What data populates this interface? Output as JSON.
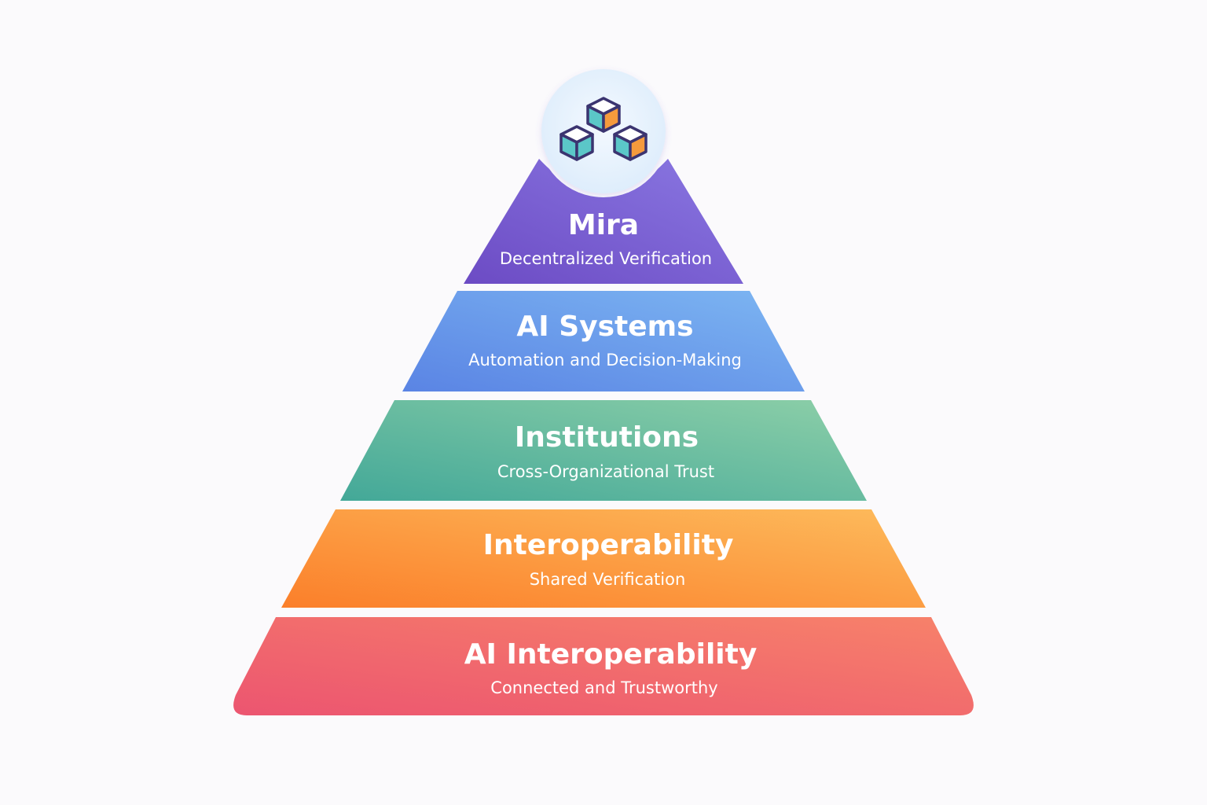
{
  "colors": {
    "background": "#fbfafc",
    "badge_fill": "#dcecfb",
    "cube_outline": "#3b3470",
    "cube_top": "#ffffff",
    "cube_left": "#5bc7c8",
    "cube_right": "#f59a3c",
    "text": "#ffffff"
  },
  "badge": {
    "icon": "stacked-cubes-icon"
  },
  "tiers": [
    {
      "title": "Mira",
      "subtitle": "Decentralized Verification",
      "color_start": "#6c4bc4",
      "color_end": "#8a78e2"
    },
    {
      "title": "AI Systems",
      "subtitle": "Automation and Decision-Making",
      "color_start": "#5a84e4",
      "color_end": "#7db6f2"
    },
    {
      "title": "Institutions",
      "subtitle": "Cross-Organizational Trust",
      "color_start": "#43a898",
      "color_end": "#8dcfa8"
    },
    {
      "title": "Interoperability",
      "subtitle": "Shared Verification",
      "color_start": "#fb7f2a",
      "color_end": "#fdbb5c"
    },
    {
      "title": "AI Interoperability",
      "subtitle": "Connected and Trustworthy",
      "color_start": "#ec5570",
      "color_end": "#f7826a"
    }
  ]
}
